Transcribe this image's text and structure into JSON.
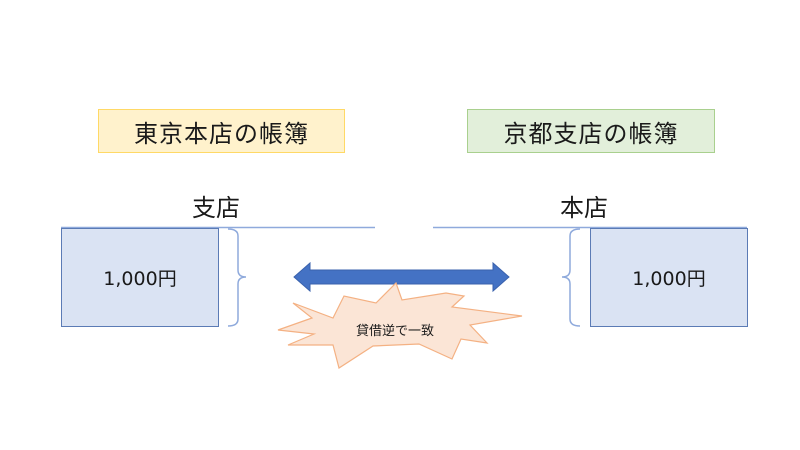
{
  "tokyo_ledger": {
    "title": "東京本店の帳簿",
    "account_label": "支店",
    "amount": "1,000円"
  },
  "kyoto_ledger": {
    "title": "京都支店の帳簿",
    "account_label": "本店",
    "amount": "1,000円"
  },
  "connector": {
    "note": "貸借逆で一致",
    "icon": "double-arrow-icon"
  },
  "colors": {
    "yellow_fill": "#fff2cc",
    "green_fill": "#e2efda",
    "box_fill": "#dae3f3",
    "arrow": "#4472c4",
    "burst_fill": "#fbe5d6",
    "burst_stroke": "#f4b183",
    "line": "#8faadc"
  }
}
